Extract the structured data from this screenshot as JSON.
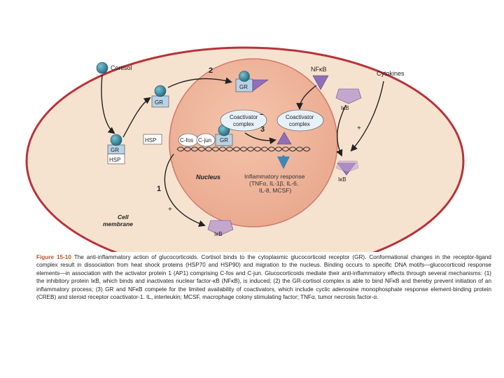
{
  "labels": {
    "cortisol": "Cortisol",
    "nfkb": "NFκB",
    "cytokines": "Cytokines",
    "gr": "GR",
    "hsp": "HSP",
    "ikb": "IκB",
    "cfos": "C-fos",
    "cjun": "C-jun",
    "coactivator_1": "Coactivator",
    "coactivator_2": "complex",
    "nucleus": "Nucleus",
    "cell_1": "Cell",
    "cell_2": "membrane",
    "inflammatory_1": "Inflammatory response",
    "inflammatory_2": "(TNFα, IL-1β, IL-6,",
    "inflammatory_3": "IL-8, MCSF)",
    "num_1": "1",
    "num_2": "2",
    "num_3": "3",
    "plus": "+",
    "minus": "–"
  },
  "caption": {
    "label": "Figure 15-10",
    "text": "The anti-inflammatory action of glucocorticoids. Cortisol binds to the cytoplasmic glucocorticoid receptor (GR). Conformational changes in the receptor-ligand complex result in dissociation from heat shock proteins (HSP70 and HSP90) and migration to the nucleus. Binding occurs to specific DNA motifs—glucocorticoid response elements—in association with the activator protein 1 (AP1) comprising C-fos and C-jun. Glucocorticoids mediate their anti-inflammatory effects through several mechanisms: (1) the inhibitory protein IκB, which binds and inactivates nuclear factor-κB (NFκB), is induced; (2) the GR-cortisol complex is able to bind NFκB and thereby prevent initiation of an inflammatory process; (3) GR and NFκB compete for the limited availability of coactivators, which include cyclic adenosine monophosphate response element-binding protein (CREB) and steroid receptor coactivator-1. IL, interleukin; MCSF, macrophage colony stimulating factor; TNFα, tumor necrosis factor-α."
  },
  "colors": {
    "cell_fill": "#f6e3cf",
    "cell_stroke": "#b7333a",
    "nucleus_fill": "#efb69c",
    "nucleus_stroke": "#d2776a",
    "gr_fill": "#b9d3e6",
    "cortisol_fill": "#2f7f96",
    "nfkb_fill": "#8f70b8",
    "ikb_fill": "#c3a7cf",
    "arrow": "#222222",
    "blue_arrow": "#3d86b8"
  }
}
